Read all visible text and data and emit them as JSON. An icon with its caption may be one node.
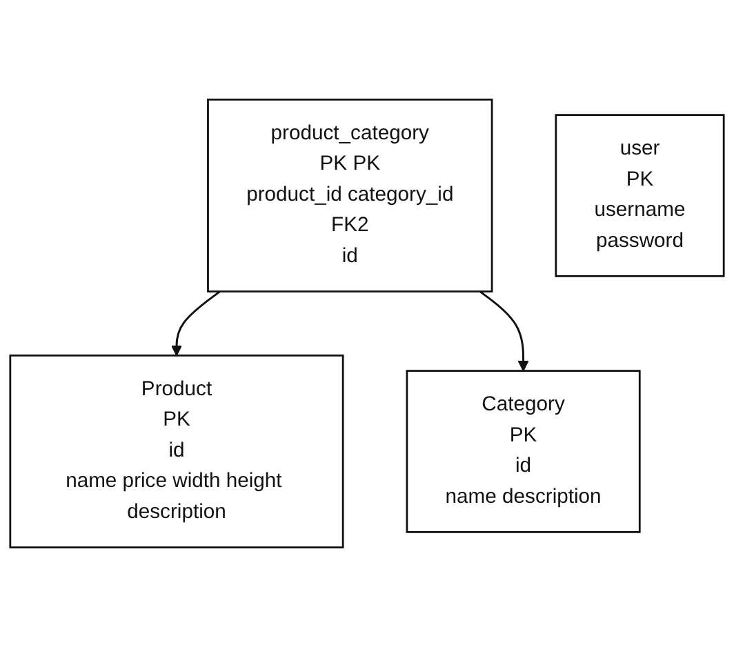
{
  "diagram": {
    "nodes": [
      {
        "text": [
          "Product",
          "PK",
          "id",
          "name price width height description"
        ]
      },
      {
        "text": [
          "Category",
          "PK",
          "id",
          "name description"
        ]
      },
      {
        "text": [
          "product_category",
          "PK PK",
          "product_id category_id",
          "FK2",
          "id"
        ]
      },
      {
        "text": [
          "user",
          "PK",
          "username",
          "password"
        ]
      }
    ],
    "edges": [
      {
        "from": 2,
        "to": 0,
        "arrow": "to"
      },
      {
        "from": 2,
        "to": 1,
        "arrow": "to"
      }
    ]
  }
}
